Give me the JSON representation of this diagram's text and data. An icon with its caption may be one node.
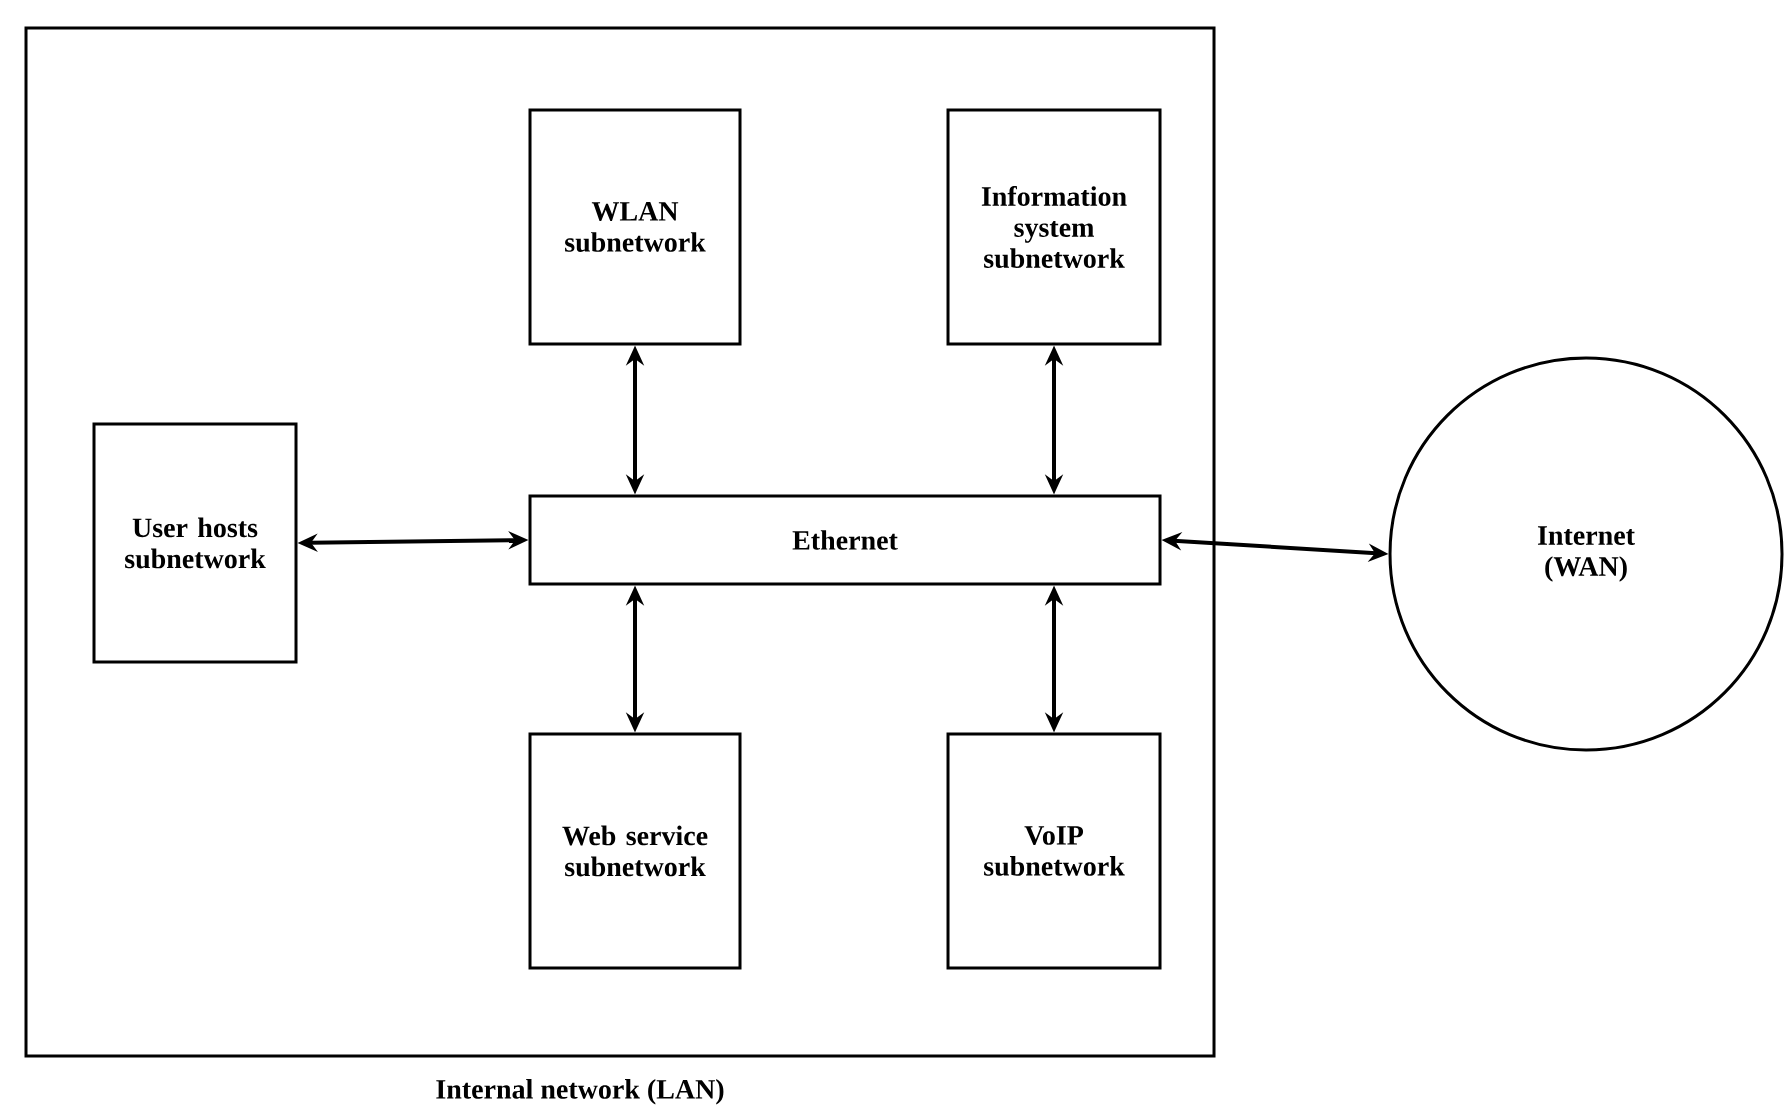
{
  "diagram": {
    "nodes": [
      {
        "text": [
          "Internal network (LAN)"
        ]
      },
      {
        "text": [
          "WLAN subnetwork"
        ],
        "in": 0
      },
      {
        "text": [
          "Information system subnetwork"
        ],
        "in": 0
      },
      {
        "text": [
          "User hosts subnetwork"
        ],
        "in": 0
      },
      {
        "text": [
          "Ethernet"
        ],
        "in": 0
      },
      {
        "text": [
          "Web service subnetwork"
        ],
        "in": 0
      },
      {
        "text": [
          "VoIP subnetwork"
        ],
        "in": 0
      },
      {
        "text": [
          "Internet (WAN)"
        ]
      }
    ],
    "edges": [
      {
        "from": 1,
        "to": 4,
        "arrow": "both"
      },
      {
        "from": 2,
        "to": 4,
        "arrow": "both"
      },
      {
        "from": 3,
        "to": 4,
        "arrow": "both"
      },
      {
        "from": 4,
        "to": 5,
        "arrow": "both"
      },
      {
        "from": 4,
        "to": 6,
        "arrow": "both"
      },
      {
        "from": 4,
        "to": 7,
        "arrow": "both"
      }
    ]
  }
}
